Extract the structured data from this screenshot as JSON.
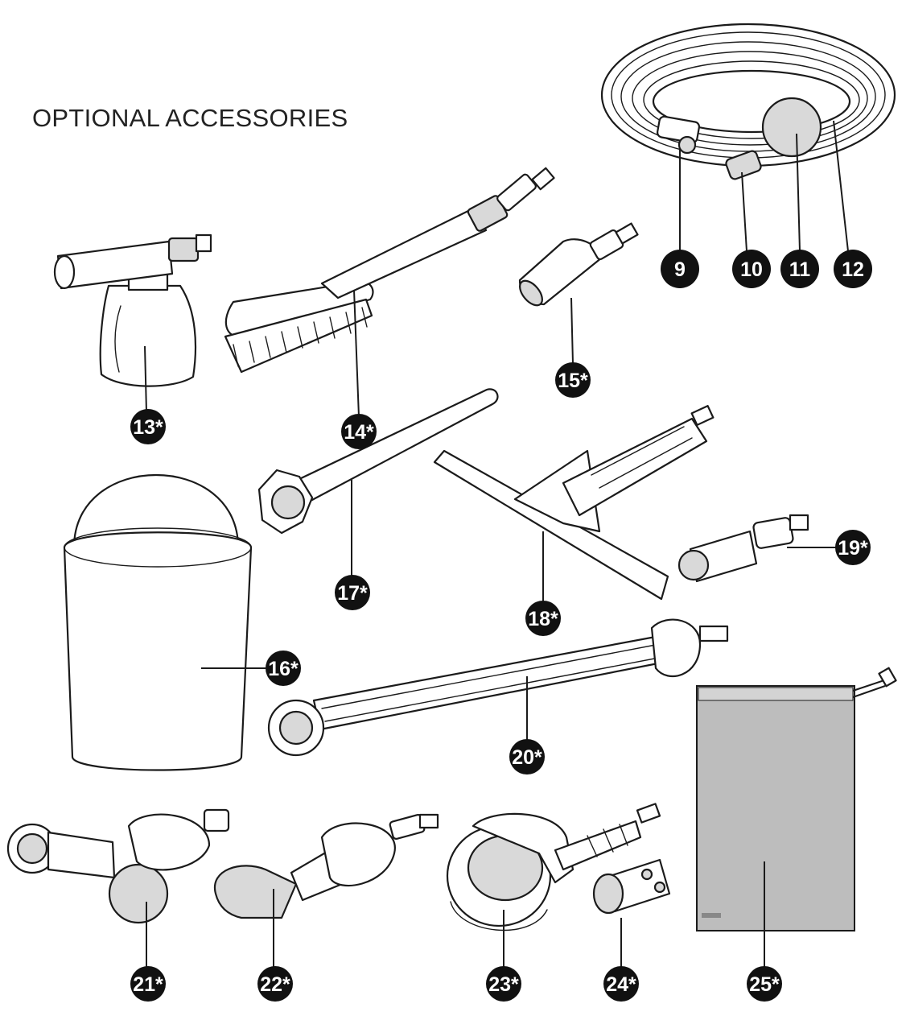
{
  "title": "OPTIONAL ACCESSORIES",
  "callouts": [
    {
      "id": "c9",
      "label": "9"
    },
    {
      "id": "c10",
      "label": "10"
    },
    {
      "id": "c11",
      "label": "11"
    },
    {
      "id": "c12",
      "label": "12"
    },
    {
      "id": "c13",
      "label": "13*"
    },
    {
      "id": "c14",
      "label": "14*"
    },
    {
      "id": "c15",
      "label": "15*"
    },
    {
      "id": "c16",
      "label": "16*"
    },
    {
      "id": "c17",
      "label": "17*"
    },
    {
      "id": "c18",
      "label": "18*"
    },
    {
      "id": "c19",
      "label": "19*"
    },
    {
      "id": "c20",
      "label": "20*"
    },
    {
      "id": "c21",
      "label": "21*"
    },
    {
      "id": "c22",
      "label": "22*"
    },
    {
      "id": "c23",
      "label": "23*"
    },
    {
      "id": "c24",
      "label": "24*"
    },
    {
      "id": "c25",
      "label": "25*"
    }
  ],
  "colors": {
    "ink": "#1b1b1b",
    "badge": "#111111",
    "shade": "#d9d9d9",
    "bag": "#bdbdbd"
  }
}
